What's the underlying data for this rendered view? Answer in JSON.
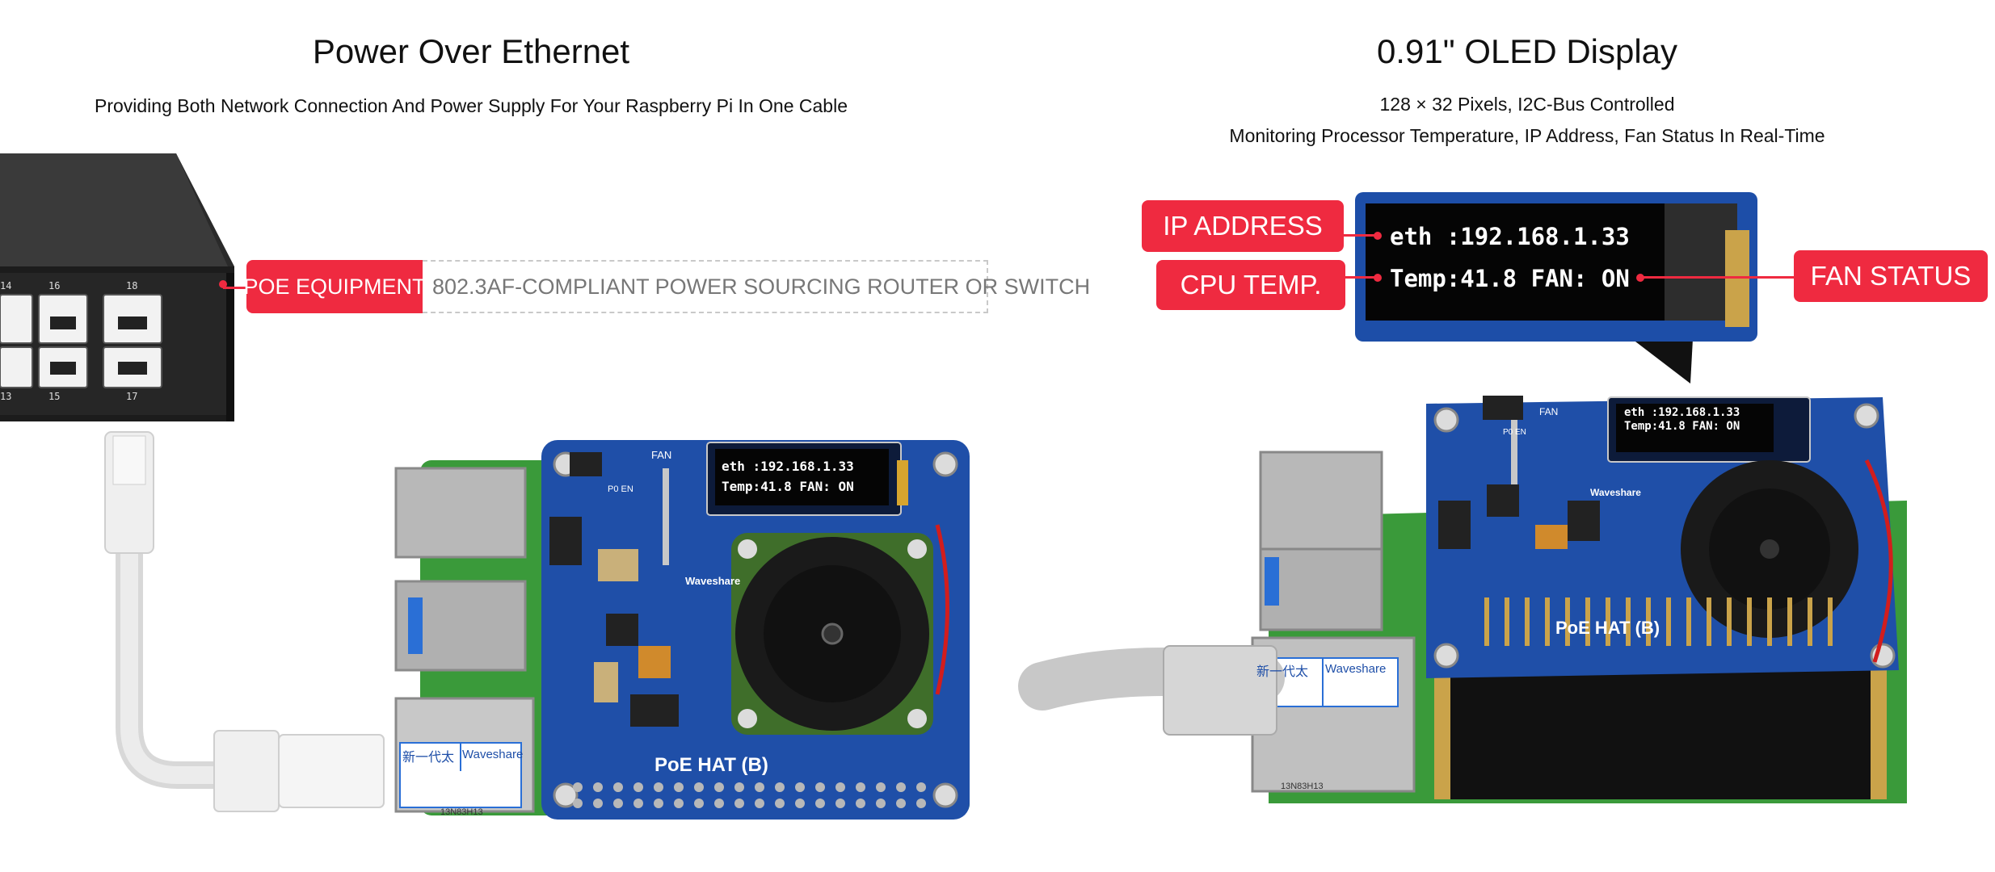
{
  "left": {
    "title": "Power Over Ethernet",
    "subtitle": "Providing Both Network Connection And Power Supply For Your Raspberry Pi In One Cable",
    "poe_tag": "POE EQUIPMENT",
    "poe_desc": "802.3AF-COMPLIANT POWER SOURCING ROUTER OR SWITCH",
    "switch_ports": [
      "14",
      "16",
      "18",
      "13",
      "15",
      "17"
    ],
    "board_label": "PoE HAT (B)",
    "brand": "Waveshare",
    "oled_line1": "eth :192.168.1.33",
    "oled_line2": "Temp:41.8  FAN: ON",
    "fan_label": "FAN",
    "pin_label": "P0 EN",
    "chinese_label": "新一代太",
    "sticker_brand": "Waveshare",
    "sticker_code": "13N83H13"
  },
  "right": {
    "title": "0.91\" OLED Display",
    "subtitle_line1": "128 × 32 Pixels, I2C-Bus Controlled",
    "subtitle_line2": "Monitoring Processor Temperature, IP Address, Fan Status In Real-Time",
    "tag_ip": "IP ADDRESS",
    "tag_cpu": "CPU TEMP.",
    "tag_fan": "FAN STATUS",
    "oled_line1": "eth :192.168.1.33",
    "oled_line2": "Temp:41.8  FAN: ON",
    "board_label": "PoE HAT (B)",
    "brand": "Waveshare",
    "fan_label": "FAN",
    "pin_label": "P0 EN",
    "sticker_brand": "Waveshare",
    "chinese_label": "新一代太",
    "sticker_code": "13N83H13"
  },
  "colors": {
    "accent_red": "#ef2a40",
    "board_blue": "#1f4fa8",
    "pcb_green": "#3a9a3a"
  }
}
